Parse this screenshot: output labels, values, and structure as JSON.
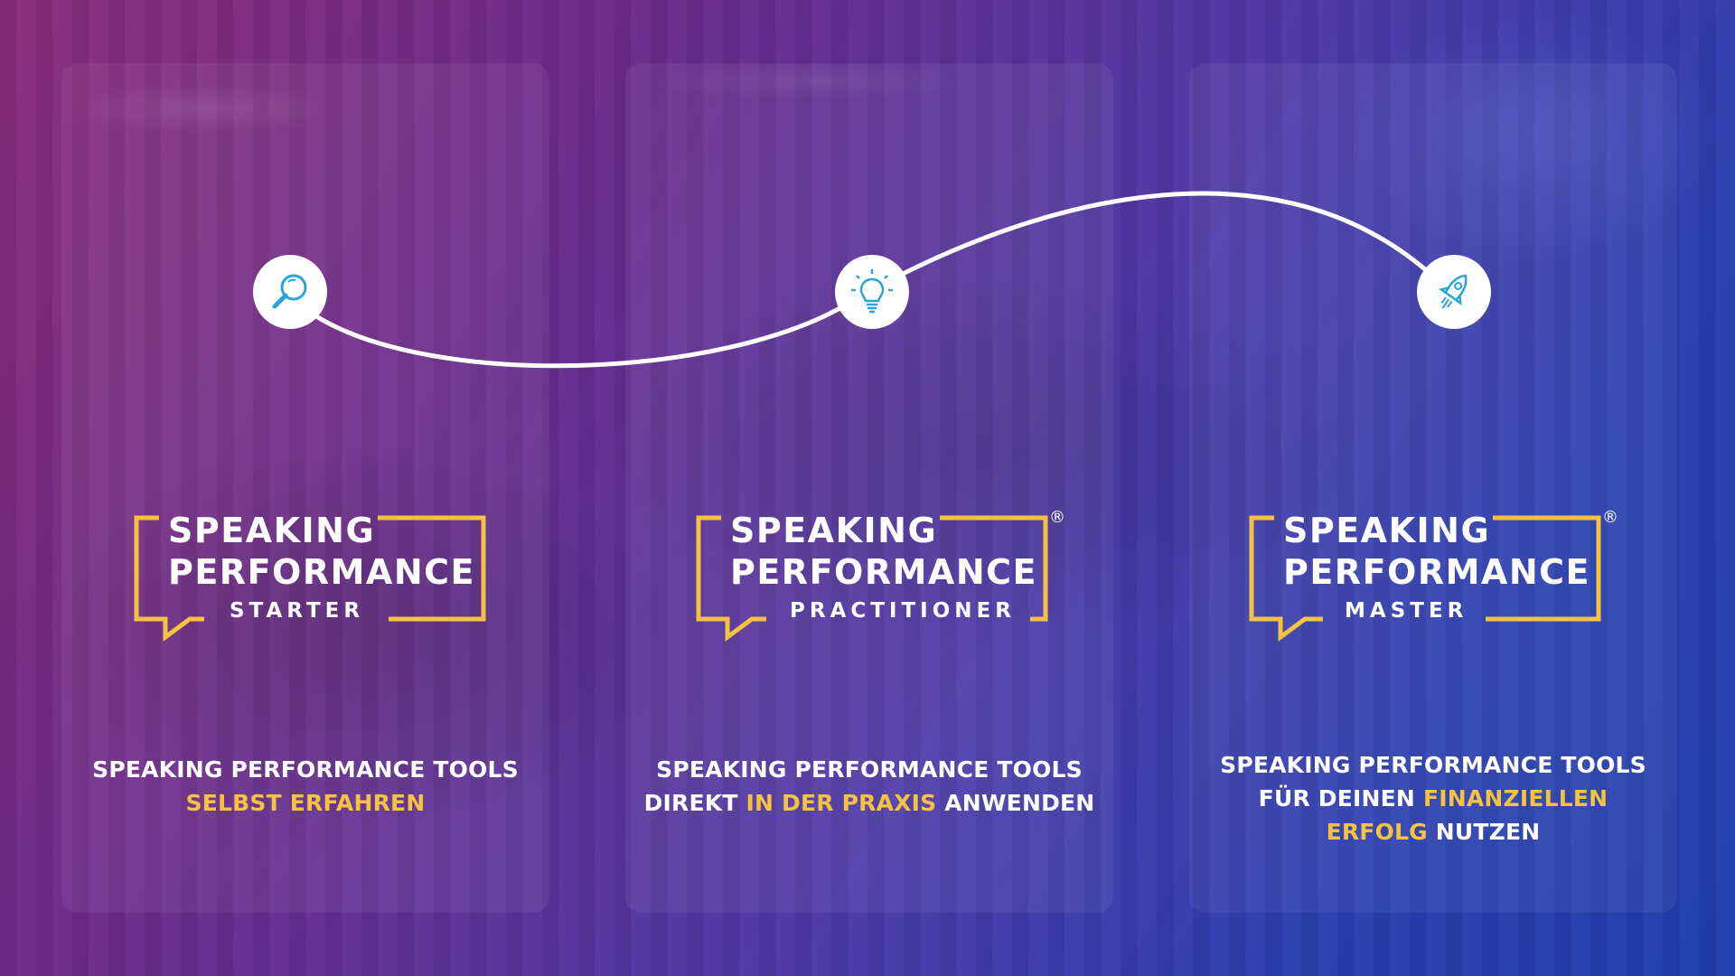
{
  "colors": {
    "accent_yellow": "#f5c242",
    "text_white": "#ffffff",
    "icon_blue": "#2aa6d6",
    "gradient_left": "#8a2d7a",
    "gradient_right": "#1f3fae"
  },
  "stages": [
    {
      "icon": "magnifier-icon",
      "logo": {
        "line1": "SPEAKING",
        "line2": "PERFORMANCE",
        "sub": "STARTER",
        "registered": ""
      },
      "caption": {
        "line1": "SPEAKING PERFORMANCE TOOLS",
        "line2_highlight": "SELBST ERFAHREN"
      }
    },
    {
      "icon": "lightbulb-icon",
      "logo": {
        "line1": "SPEAKING",
        "line2": "PERFORMANCE",
        "sub": "PRACTITIONER",
        "registered": "®"
      },
      "caption": {
        "line1": "SPEAKING PERFORMANCE TOOLS",
        "line2_pre": "DIREKT ",
        "line2_highlight": "IN DER PRAXIS",
        "line2_post": " ANWENDEN"
      }
    },
    {
      "icon": "rocket-icon",
      "logo": {
        "line1": "SPEAKING",
        "line2": "PERFORMANCE",
        "sub": "MASTER",
        "registered": "®"
      },
      "caption": {
        "line1": "SPEAKING PERFORMANCE TOOLS",
        "line2_pre": "FÜR DEINEN ",
        "line2_highlight": "FINANZIELLEN",
        "line3_highlight": "ERFOLG",
        "line3_post": " NUTZEN"
      }
    }
  ]
}
